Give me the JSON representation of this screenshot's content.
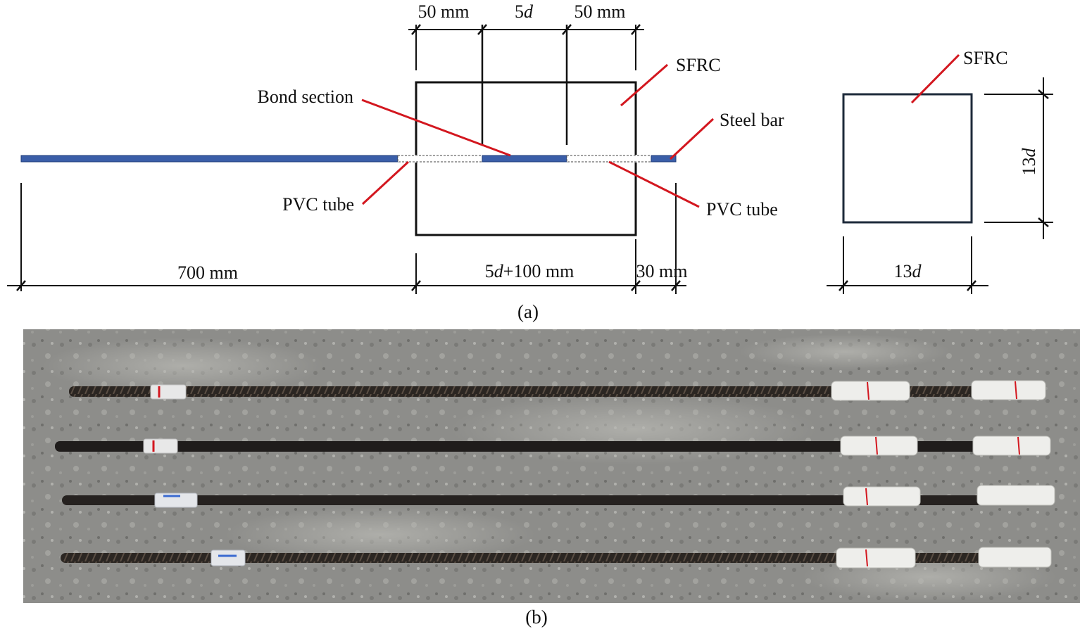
{
  "panel_a": {
    "caption": "(a)",
    "dim_top_left": "50 mm",
    "dim_top_mid_num": "5",
    "dim_top_mid_var": "d",
    "dim_top_right": "50 mm",
    "label_sfrc_main": "SFRC",
    "label_bond_section": "Bond section",
    "label_steel_bar": "Steel bar",
    "label_pvc_left": "PVC tube",
    "label_pvc_right": "PVC tube",
    "dim_bottom_left": "700 mm",
    "dim_bottom_mid_num": "5",
    "dim_bottom_mid_var": "d",
    "dim_bottom_mid_rest": "+100 mm",
    "dim_bottom_right": "30 mm",
    "label_sfrc_section": "SFRC",
    "dim_section_height_num": "13",
    "dim_section_height_var": "d",
    "dim_section_width_num": "13",
    "dim_section_width_var": "d"
  },
  "panel_b": {
    "caption": "(b)",
    "specimen_count": 4
  },
  "colors": {
    "steel_bar": "#3a5ea8",
    "leader_line": "#d3171f",
    "outline": "#111111",
    "section_outline": "#1d2a3a",
    "ground": "#8d8d8a",
    "rebar": "#2b2622",
    "pvc": "#eeeeeb"
  }
}
